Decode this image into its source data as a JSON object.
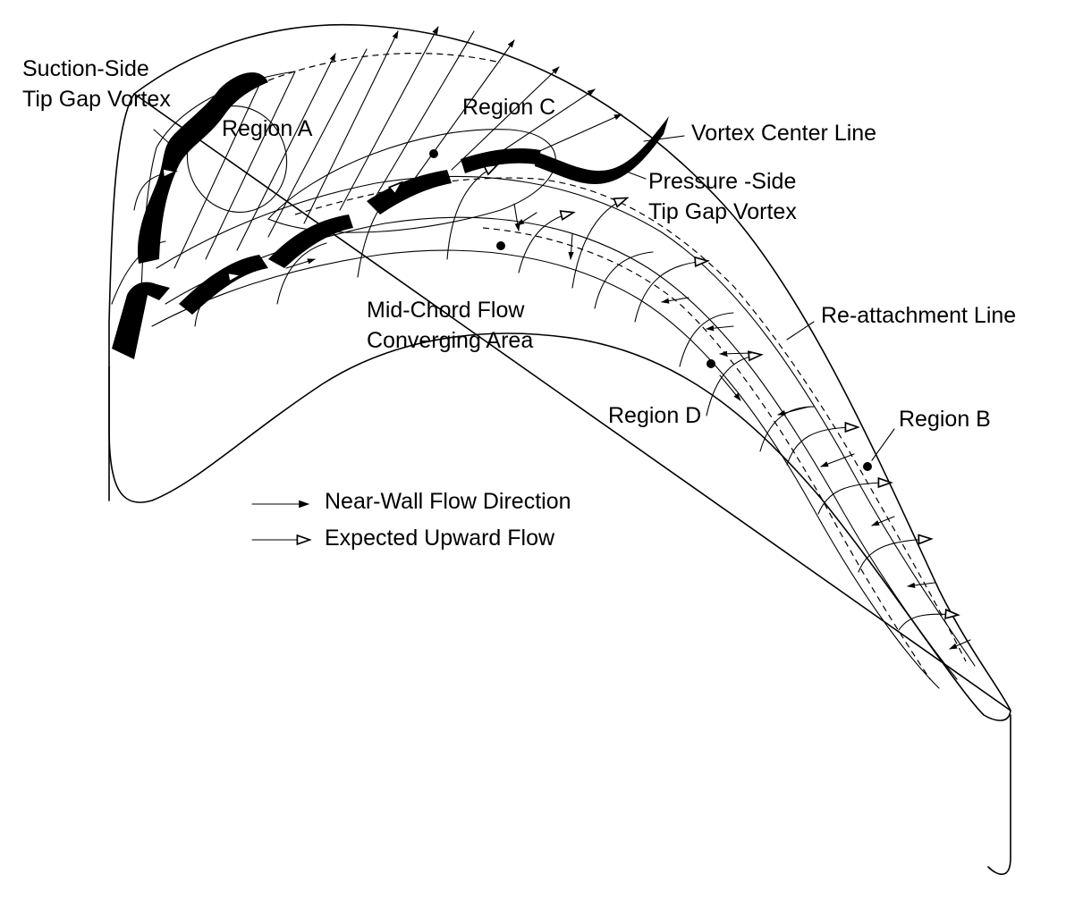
{
  "labels": {
    "suction_side_1": "Suction-Side",
    "suction_side_2": "Tip Gap Vortex",
    "region_a": "Region A",
    "region_c": "Region C",
    "vortex_center_line": "Vortex Center Line",
    "pressure_side_1": "Pressure -Side",
    "pressure_side_2": "Tip Gap Vortex",
    "mid_chord_1": "Mid-Chord Flow",
    "mid_chord_2": "Converging Area",
    "reattachment_line": "Re-attachment Line",
    "region_d": "Region D",
    "region_b": "Region B"
  },
  "legend": [
    {
      "symbol": "filled-arrow",
      "label": "Near-Wall Flow Direction"
    },
    {
      "symbol": "hollow-arrow",
      "label": "Expected Upward Flow"
    }
  ],
  "colors": {
    "ink": "#000000",
    "paper": "#ffffff"
  }
}
